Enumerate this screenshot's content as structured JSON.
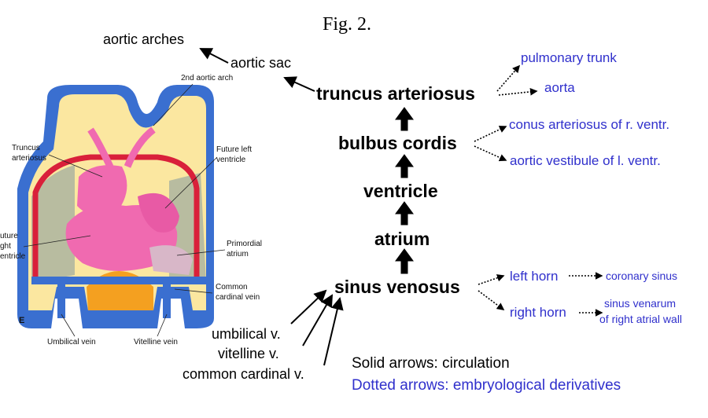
{
  "figure_title": "Fig. 2.",
  "flow": {
    "aortic_arches": "aortic arches",
    "aortic_sac": "aortic sac",
    "truncus": "truncus arteriosus",
    "bulbus": "bulbus cordis",
    "ventricle": "ventricle",
    "atrium": "atrium",
    "sinus": "sinus venosus",
    "umbilical": "umbilical v.",
    "vitelline": "vitelline v.",
    "cardinal": "common cardinal v."
  },
  "derivatives": {
    "pulmonary_trunk": "pulmonary trunk",
    "aorta": "aorta",
    "conus": "conus arteriosus of r. ventr.",
    "vestibule": "aortic vestibule of l. ventr.",
    "left_horn": "left horn",
    "coronary_sinus": "coronary sinus",
    "right_horn": "right horn",
    "sinus_venarum_1": "sinus venarum",
    "sinus_venarum_2": "of right atrial wall"
  },
  "illustration_labels": {
    "second_arch": "2nd aortic arch",
    "truncus_1": "Truncus",
    "truncus_2": "arteriosus",
    "future_left_1": "Future left",
    "future_left_2": "ventricle",
    "future_right_1": "uture",
    "future_right_2": "ght",
    "future_right_3": "entricle",
    "primordial_1": "Primordial",
    "primordial_2": "atrium",
    "common_1": "Common",
    "common_2": "cardinal vein",
    "panel_letter": "E",
    "umbilical_vein": "Umbilical vein",
    "vitelline_vein": "Vitelline vein"
  },
  "legend": {
    "solid": "Solid arrows: circulation",
    "dotted": "Dotted arrows: embryological derivatives"
  },
  "colors": {
    "derivative_text": "#3030cc",
    "heart_pink": "#f06ab0",
    "outer_blue": "#3a6fd0",
    "vessel_red": "#d9203a",
    "yellow": "#fbe7a0",
    "orange": "#f4a020"
  }
}
